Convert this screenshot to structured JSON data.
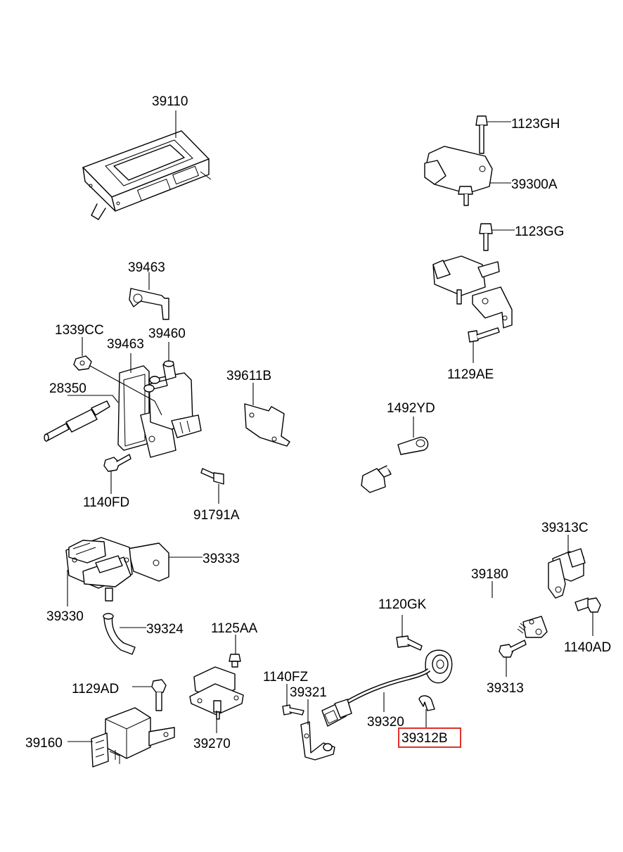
{
  "highlight_color": "#e0312b",
  "highlighted_part": "39312B",
  "labels": {
    "p39110": "39110",
    "p1123GH": "1123GH",
    "p39300A": "39300A",
    "p1123GG": "1123GG",
    "p1129AE": "1129AE",
    "p39463a": "39463",
    "p1339CC": "1339CC",
    "p39463b": "39463",
    "p39460": "39460",
    "p28350": "28350",
    "p39611B": "39611B",
    "p1140FD": "1140FD",
    "p91791A": "91791A",
    "p1492YD": "1492YD",
    "p39333": "39333",
    "p39313C": "39313C",
    "p39330": "39330",
    "p39180": "39180",
    "p39324": "39324",
    "p1120GK": "1120GK",
    "p1125AA": "1125AA",
    "p1140AD": "1140AD",
    "p1129AD": "1129AD",
    "p1140FZ": "1140FZ",
    "p39321": "39321",
    "p39313": "39313",
    "p39320": "39320",
    "p39160": "39160",
    "p39270": "39270",
    "p39312B": "39312B"
  }
}
